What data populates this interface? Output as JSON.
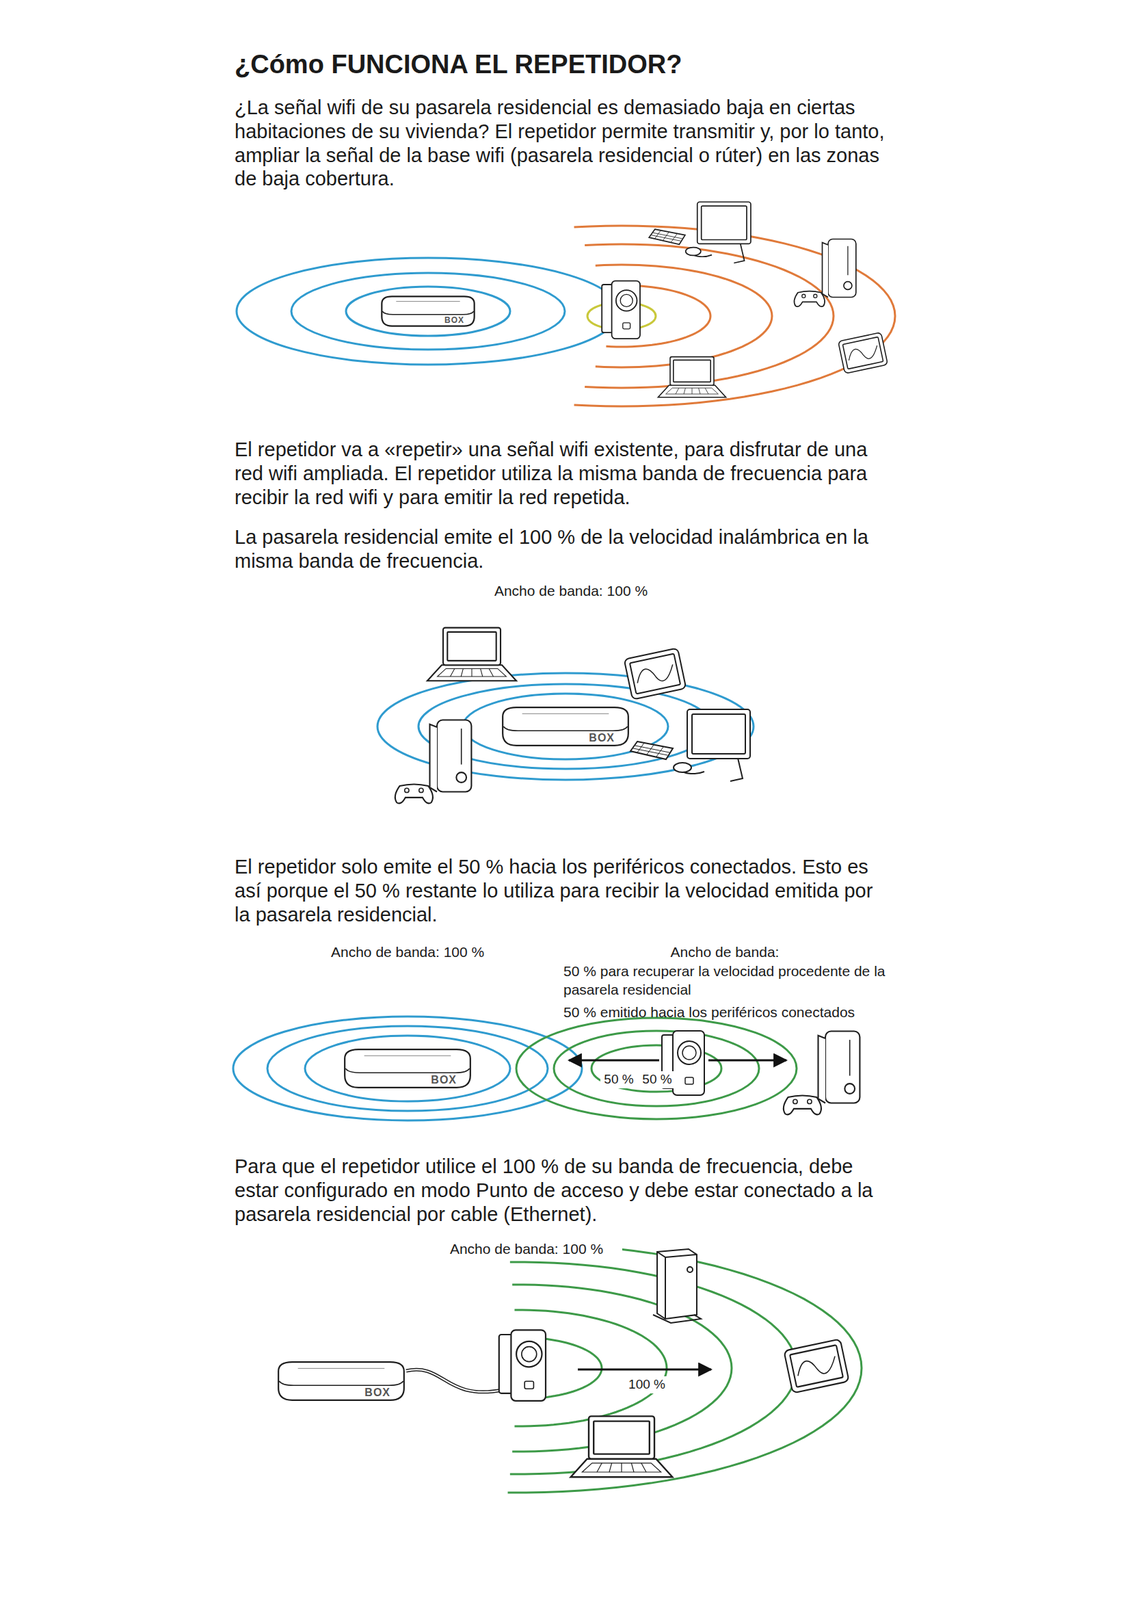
{
  "diagram": {
    "title": "¿Cómo FUNCIONA EL REPETIDOR?",
    "nodes": [
      {
        "text": [
          "BOX"
        ]
      },
      {
        "text": [
          "BOX"
        ]
      },
      {
        "text": [
          "BOX"
        ]
      },
      {
        "text": [
          "BOX"
        ]
      }
    ],
    "labels": [
      "¿La señal wifi de su pasarela residencial es demasiado baja en ciertas habitaciones de su vivienda? El repetidor permite transmitir y, por lo tanto, ampliar la señal de la base wifi (pasarela residencial o rúter) en las zonas de baja cobertura.",
      "El repetidor va a «repetir» una señal wifi existente, para disfrutar de una red wifi ampliada. El repetidor utiliza la misma banda de frecuencia para recibir la red wifi y para emitir la red repetida.",
      "La pasarela residencial emite el 100 % de la velocidad inalámbrica en la misma banda de frecuencia.",
      "Ancho de banda: 100 %",
      "El repetidor solo emite el 50 % hacia los periféricos conectados. Esto es así porque el 50 % restante lo utiliza para recibir la velocidad emitida por la pasarela residencial.",
      "Ancho de banda: 100 %",
      "Ancho de banda:",
      "50 % para recuperar la velocidad procedente de la pasarela residencial",
      "50 % emitido hacia los periféricos conectados",
      "50 %",
      "50 %",
      "Para que el repetidor utilice el 100 % de su banda de frecuencia, debe estar configurado en modo Punto de acceso y debe estar conectado a la pasarela residencial por cable (Ethernet).",
      "Ancho de banda: 100 %",
      "100 %"
    ]
  }
}
